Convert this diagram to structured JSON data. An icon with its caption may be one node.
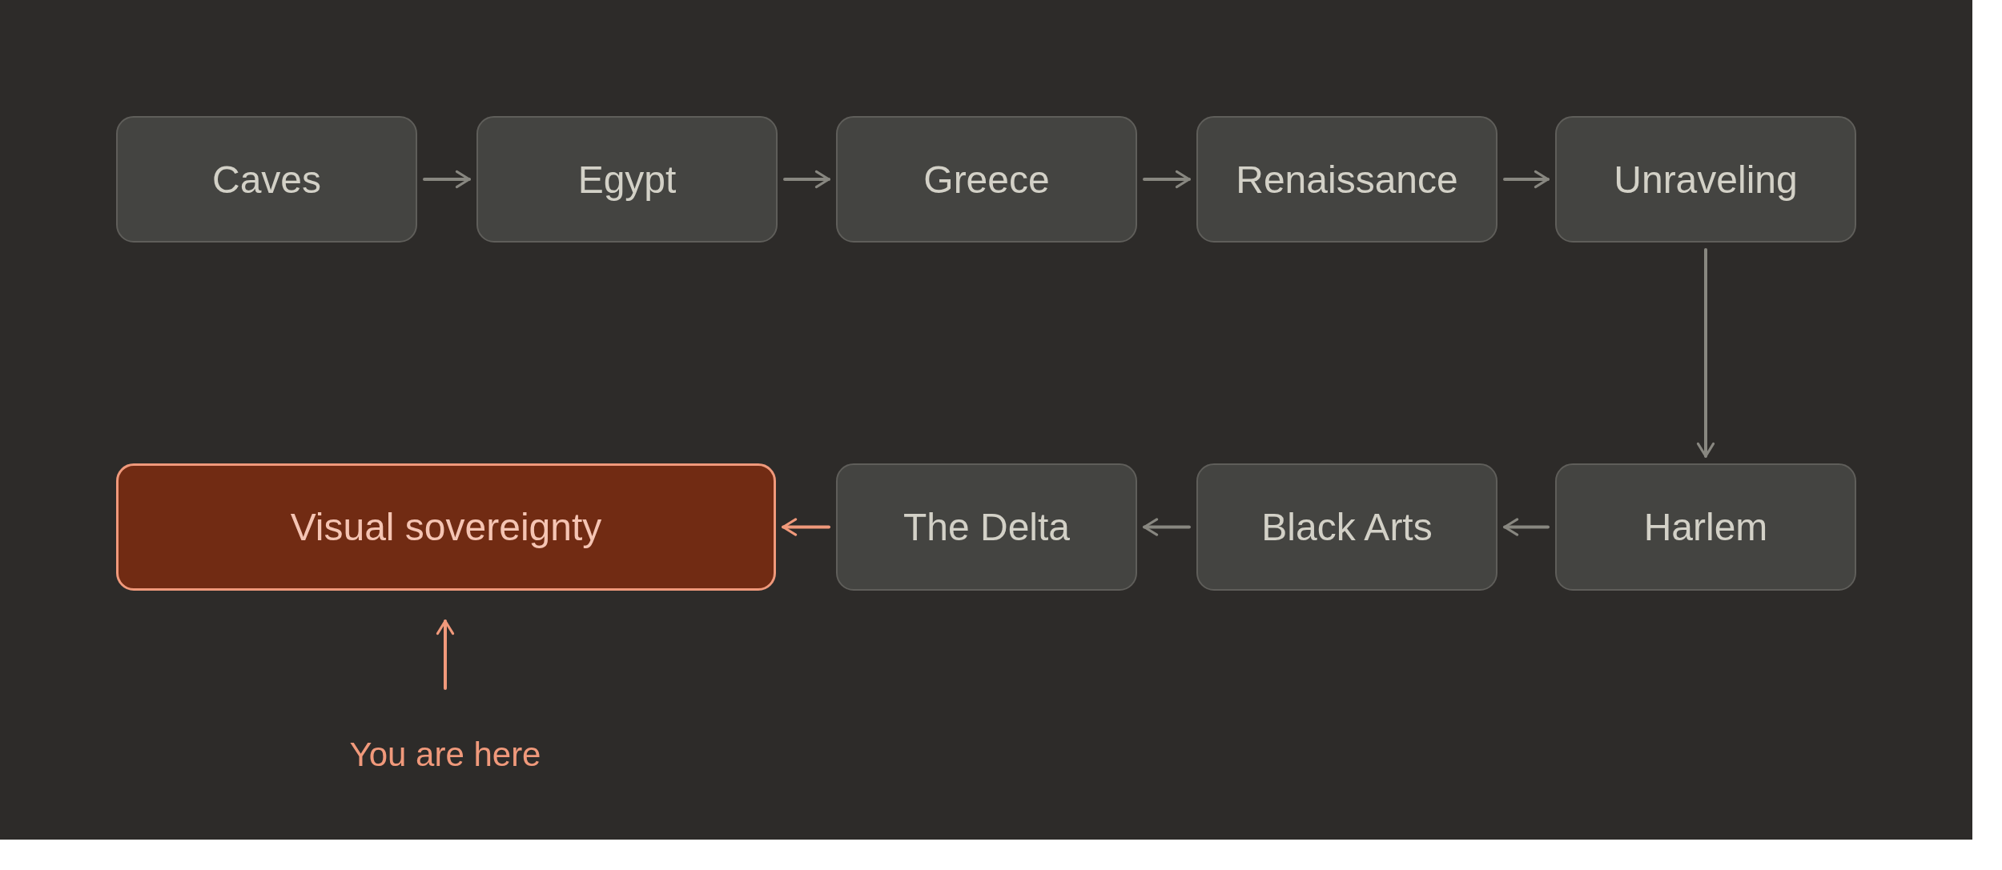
{
  "diagram": {
    "nodes": [
      {
        "text": [
          "Caves"
        ]
      },
      {
        "text": [
          "Egypt"
        ]
      },
      {
        "text": [
          "Greece"
        ]
      },
      {
        "text": [
          "Renaissance"
        ]
      },
      {
        "text": [
          "Unraveling"
        ]
      },
      {
        "text": [
          "Visual sovereignty"
        ]
      },
      {
        "text": [
          "The Delta"
        ]
      },
      {
        "text": [
          "Black Arts"
        ]
      },
      {
        "text": [
          "Harlem"
        ]
      },
      {
        "text": [
          "You are here"
        ]
      }
    ],
    "edges": [
      {
        "from": 0,
        "to": 1,
        "arrow": "to"
      },
      {
        "from": 1,
        "to": 2,
        "arrow": "to"
      },
      {
        "from": 2,
        "to": 3,
        "arrow": "to"
      },
      {
        "from": 3,
        "to": 4,
        "arrow": "to"
      },
      {
        "from": 4,
        "to": 8,
        "arrow": "to"
      },
      {
        "from": 8,
        "to": 7,
        "arrow": "to"
      },
      {
        "from": 7,
        "to": 6,
        "arrow": "to"
      },
      {
        "from": 6,
        "to": 5,
        "arrow": "to",
        "color": "#f0997b"
      },
      {
        "from": 9,
        "to": 5,
        "arrow": "to",
        "color": "#f0997b"
      }
    ]
  }
}
